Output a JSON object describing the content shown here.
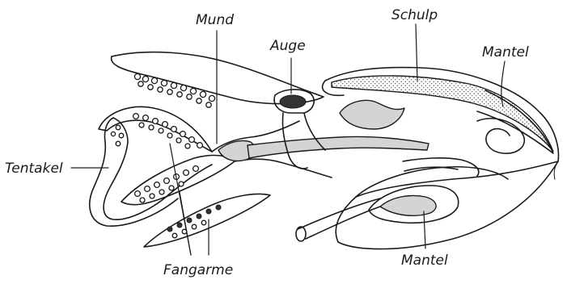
{
  "labels": {
    "mund": "Mund",
    "auge": "Auge",
    "schulp": "Schulp",
    "mantel_top": "Mantel",
    "tentakel": "Tentakel",
    "fangarme": "Fangarme",
    "mantel_bottom": "Mantel"
  },
  "colors": {
    "ink": "#1a1a1a",
    "shade": "#d4d4d4",
    "background": "#ffffff"
  }
}
